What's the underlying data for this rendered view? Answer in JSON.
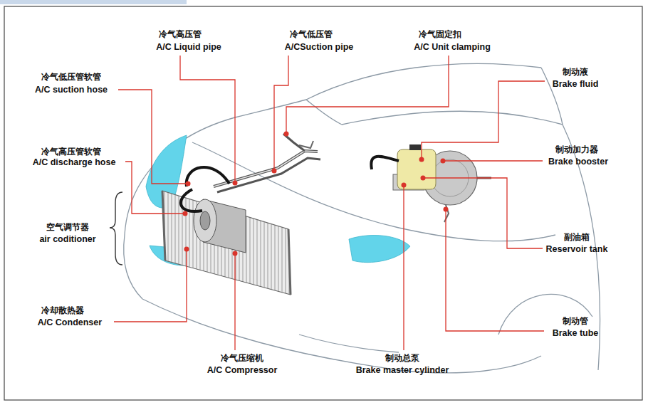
{
  "diagram": {
    "labels": [
      "冷气高压管",
      "A/C Liquid pipe",
      "冷气低压管",
      "A/CSuction pipe",
      "冷气固定扣",
      "A/C Unit clamping",
      "冷气低压管软管",
      "A/C suction hose",
      "制动液",
      "Brake fluid",
      "冷气高压管软管",
      "A/C discharge hose",
      "空气调节器",
      "air coditioner",
      "制动加力器",
      "Brake booster",
      "副油箱",
      "Reservoir tank",
      "冷却散热器",
      "A/C Condenser",
      "制动管",
      "Brake tube",
      "冷气压缩机",
      "A/C Compressor",
      "制动总泵",
      "Brake master cylinder"
    ]
  }
}
